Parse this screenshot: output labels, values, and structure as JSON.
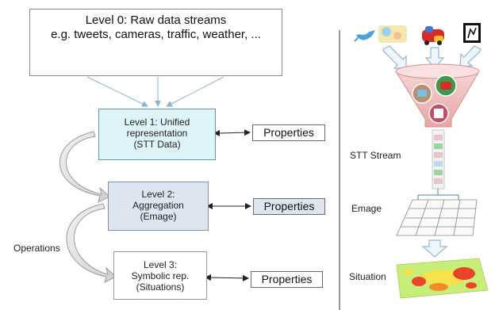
{
  "level0": {
    "title": "Level 0: Raw data streams",
    "subtitle": "e.g. tweets, cameras, traffic, weather, ..."
  },
  "level1": {
    "line1": "Level 1: Unified",
    "line2": "representation",
    "line3": "(STT Data)"
  },
  "level2": {
    "line1": "Level 2:",
    "line2": "Aggregation",
    "line3": "(Emage)"
  },
  "level3": {
    "line1": "Level 3:",
    "line2": "Symbolic rep.",
    "line3": "(Situations)"
  },
  "properties": [
    "Properties",
    "Properties",
    "Properties"
  ],
  "operations_label": "Operations",
  "right_panel": {
    "stt_stream": "STT Stream",
    "emage": "Emage",
    "situation": "Situation"
  },
  "icons": [
    "twitter-bird-icon",
    "weather-map-icon",
    "traffic-cars-icon",
    "traffic-sign-icon",
    "camera-target-icon"
  ]
}
